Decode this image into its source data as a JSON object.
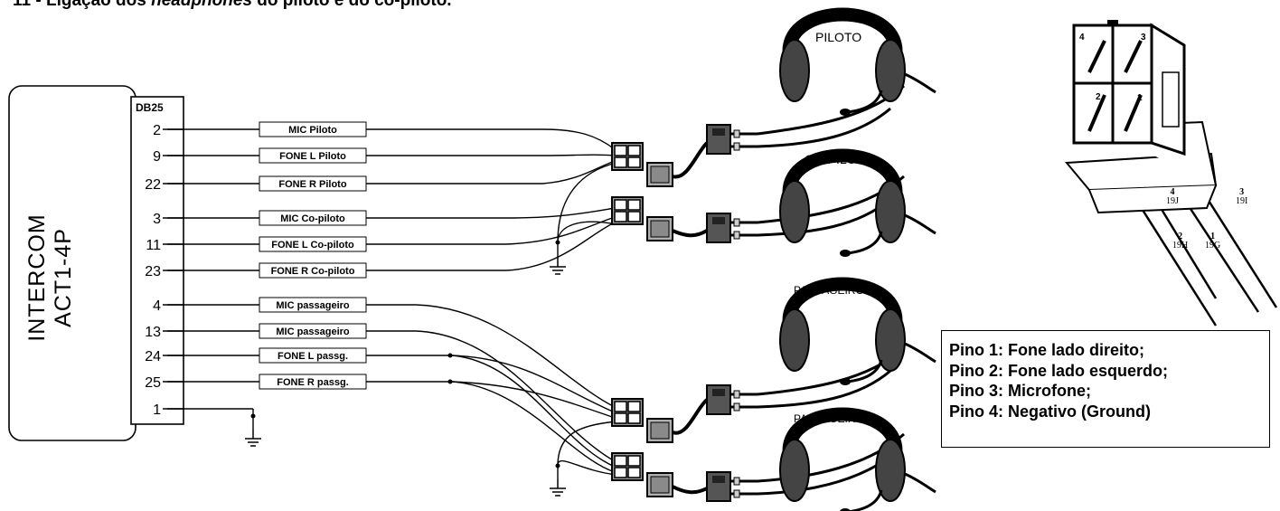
{
  "heading": {
    "prefix": "11 - Ligação dos ",
    "italic": "headphones",
    "suffix": " do piloto e do co-piloto."
  },
  "intercom": {
    "name_line1": "INTERCOM",
    "name_line2": "ACT1-4P",
    "connector": "DB25"
  },
  "pins": [
    {
      "pin": "2",
      "label": "MIC Piloto"
    },
    {
      "pin": "9",
      "label": "FONE L Piloto"
    },
    {
      "pin": "22",
      "label": "FONE R Piloto"
    },
    {
      "pin": "3",
      "label": "MIC Co-piloto"
    },
    {
      "pin": "11",
      "label": "FONE L Co-piloto"
    },
    {
      "pin": "23",
      "label": "FONE R Co-piloto"
    },
    {
      "pin": "4",
      "label": "MIC passageiro"
    },
    {
      "pin": "13",
      "label": "MIC passageiro"
    },
    {
      "pin": "24",
      "label": "FONE L passg."
    },
    {
      "pin": "25",
      "label": "FONE R passg."
    },
    {
      "pin": "1",
      "label": ""
    }
  ],
  "headsets": [
    "PILOTO",
    "CO-PILOTO",
    "PASSAGEIRO",
    "PASSAGEIRO"
  ],
  "connector_detail": {
    "cavity_numbers": [
      "4",
      "3",
      "2",
      "1"
    ],
    "wire_tags": [
      {
        "pin": "4",
        "code": "19J"
      },
      {
        "pin": "3",
        "code": "19I"
      },
      {
        "pin": "2",
        "code": "19H"
      },
      {
        "pin": "1",
        "code": "19G"
      }
    ]
  },
  "legend": [
    "Pino 1:  Fone lado direito;",
    "Pino 2:  Fone lado esquerdo;",
    "Pino 3:  Microfone;",
    "Pino 4:  Negativo (Ground)"
  ]
}
